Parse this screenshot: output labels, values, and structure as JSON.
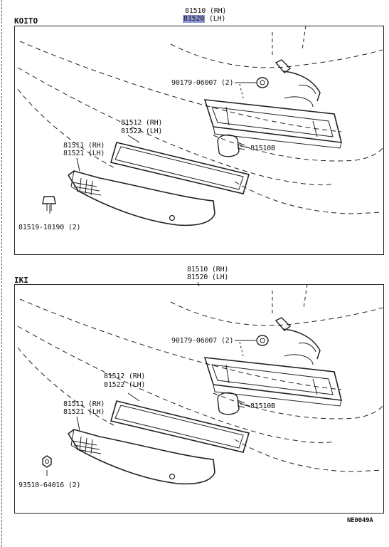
{
  "top_header": {
    "line1": "81510 (RH)",
    "line2_part": "81520",
    "line2_suffix": " (LH)",
    "highlight_color": "#8d96d6"
  },
  "sections": {
    "koito": {
      "title": "KOITO",
      "labels": {
        "gasket": "90179-06007 (2)",
        "lens_pad_rh": "81512 (RH)",
        "lens_pad_lh": "81522 (LH)",
        "lens_rh": "81511 (RH)",
        "lens_lh": "81521 (LH)",
        "bulb": "81510B",
        "screw": "81519-10190 (2)"
      }
    },
    "iki": {
      "title": "IKI",
      "header_line1": "81510 (RH)",
      "header_line2": "81520 (LH)",
      "labels": {
        "gasket": "90179-06007 (2)",
        "lens_pad_rh": "81512 (RH)",
        "lens_pad_lh": "81522 (LH)",
        "lens_rh": "81511 (RH)",
        "lens_lh": "81521 (LH)",
        "bulb": "81510B",
        "nut": "93510-64016 (2)"
      }
    }
  },
  "ref_code": "NE0049A"
}
